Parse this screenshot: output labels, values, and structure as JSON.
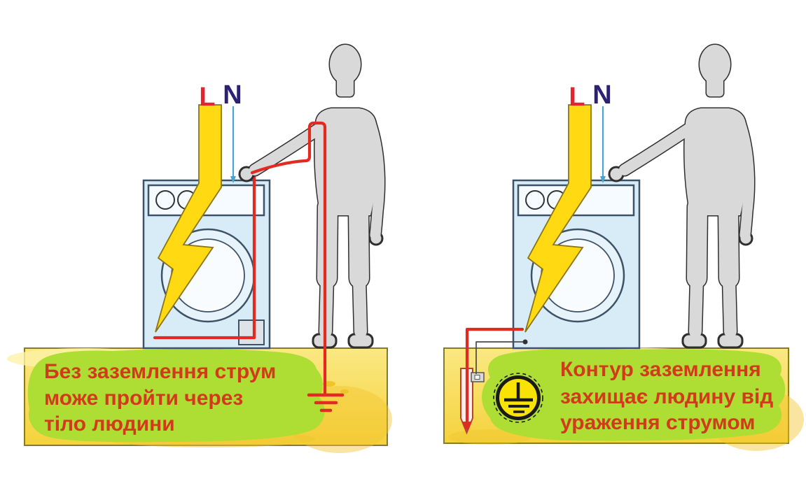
{
  "panels": {
    "left": {
      "live_label": "L",
      "neutral_label": "N",
      "caption_lines": [
        "Без заземлення струм",
        "може пройти через",
        "тіло людини"
      ]
    },
    "right": {
      "live_label": "L",
      "neutral_label": "N",
      "caption_lines": [
        "Контур заземлення",
        "захищає людину від",
        "ураження струмом"
      ]
    }
  },
  "colors": {
    "live_red": "#e8232a",
    "neutral_navy": "#2b2273",
    "neutral_line_blue": "#4aa3ce",
    "wire_red": "#e02a22",
    "bolt_yellow": "#ffd912",
    "bolt_outline": "#8a7414",
    "machine_blue": "#d8ecf8",
    "machine_outline": "#3d5266",
    "person_gray": "#d9d9d9",
    "soil_yellow": "#f8dd55",
    "soil_border": "#8a7a20",
    "grass_green": "#aede33",
    "caption_red": "#d23a1c",
    "badge_yellow": "#f8e305",
    "badge_black": "#1a1a1a"
  }
}
